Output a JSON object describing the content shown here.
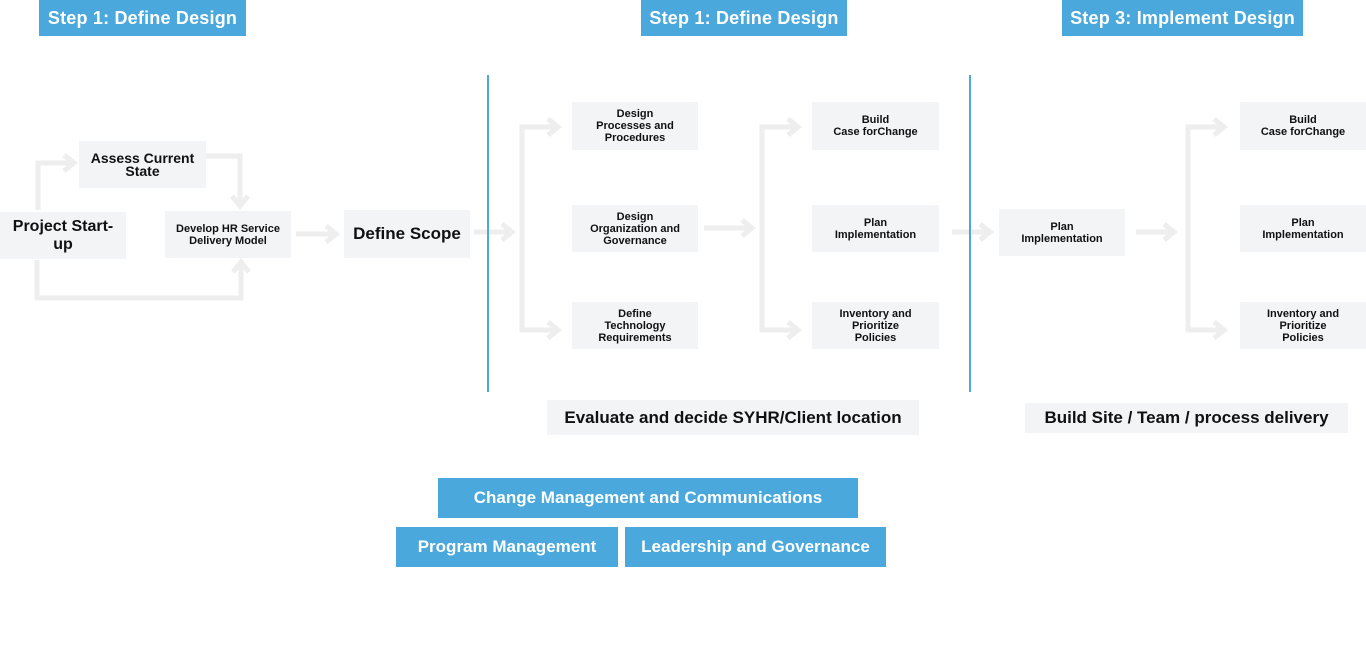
{
  "colors": {
    "accent": "#4aa8dc",
    "node_fill": "#f3f4f6",
    "connector": "#eeeeee"
  },
  "headers": {
    "step1a": "Step 1: Define Design",
    "step1b": "Step 1: Define Design",
    "step3": "Step 3: Implement Design"
  },
  "phase1": {
    "start": "Project Start-up",
    "assess": "Assess Current\nState",
    "develop": "Develop HR Service\nDelivery Model",
    "scope": "Define Scope"
  },
  "phase2": {
    "design_processes": "Design\nProcesses and\nProcedures",
    "design_org": "Design\nOrganization and\nGovernance",
    "define_tech": "Define\nTechnology\nRequirements",
    "build_case": "Build\nCase forChange",
    "plan_impl": "Plan\nImplementation",
    "inventory": "Inventory and\nPrioritize\nPolicies",
    "footer": "Evaluate and decide SYHR/Client location"
  },
  "phase3": {
    "plan_impl": "Plan\nImplementation",
    "build_case": "Build\nCase forChange",
    "plan_impl2": "Plan\nImplementation",
    "inventory": "Inventory and\nPrioritize\nPolicies",
    "footer": "Build Site / Team / process delivery"
  },
  "bands": {
    "change_mgmt": "Change Management and Communications",
    "program_mgmt": "Program Management",
    "leadership": "Leadership and Governance"
  }
}
